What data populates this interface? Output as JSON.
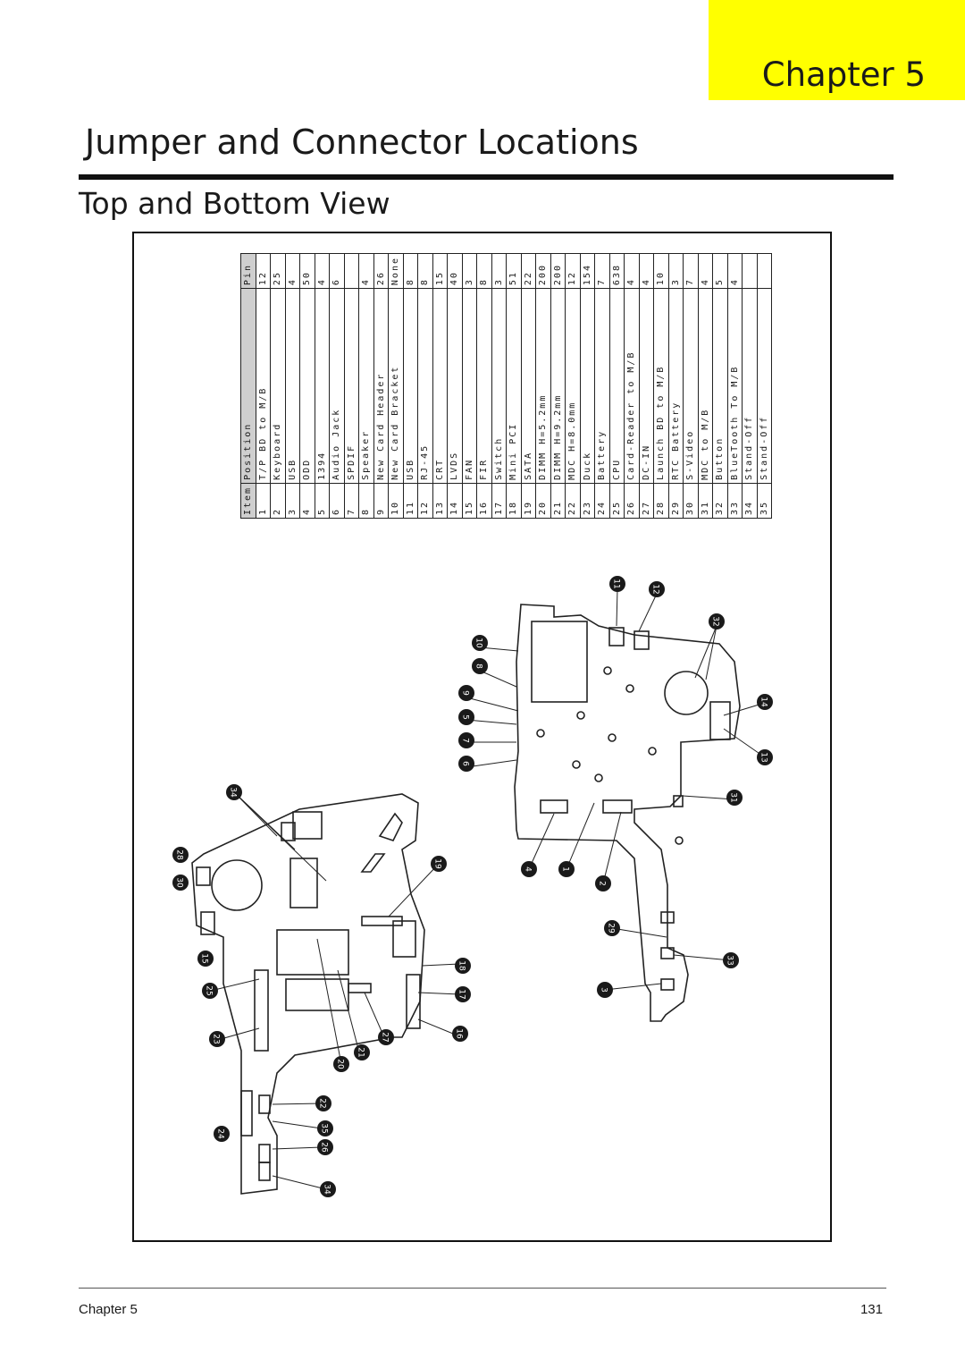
{
  "chapter_tab": "Chapter 5",
  "page_title": "Jumper and Connector Locations",
  "section_title": "Top and Bottom View",
  "table": {
    "headers": [
      "Item",
      "Position",
      "Pin"
    ],
    "rows": [
      [
        "1",
        "T/P BD to M/B",
        "12"
      ],
      [
        "2",
        "Keyboard",
        "25"
      ],
      [
        "3",
        "USB",
        "4"
      ],
      [
        "4",
        "ODD",
        "50"
      ],
      [
        "5",
        "1394",
        "4"
      ],
      [
        "6",
        "Audio Jack",
        "6"
      ],
      [
        "7",
        "SPDIF",
        ""
      ],
      [
        "8",
        "Speaker",
        "4"
      ],
      [
        "9",
        "New Card Header",
        "26"
      ],
      [
        "10",
        "New Card Bracket",
        "None"
      ],
      [
        "11",
        "USB",
        "8"
      ],
      [
        "12",
        "RJ-45",
        "8"
      ],
      [
        "13",
        "CRT",
        "15"
      ],
      [
        "14",
        "LVDS",
        "40"
      ],
      [
        "15",
        "FAN",
        "3"
      ],
      [
        "16",
        "FIR",
        "8"
      ],
      [
        "17",
        "Switch",
        "3"
      ],
      [
        "18",
        "Mini PCI",
        "51"
      ],
      [
        "19",
        "SATA",
        "22"
      ],
      [
        "20",
        "DIMM H=5.2mm",
        "200"
      ],
      [
        "21",
        "DIMM H=9.2mm",
        "200"
      ],
      [
        "22",
        "MDC H=8.0mm",
        "12"
      ],
      [
        "23",
        "Duck",
        "154"
      ],
      [
        "24",
        "Battery",
        "7"
      ],
      [
        "25",
        "CPU",
        "638"
      ],
      [
        "26",
        "Card-Reader to M/B",
        "4"
      ],
      [
        "27",
        "DC-IN",
        "4"
      ],
      [
        "28",
        "Launch BD to M/B",
        "10"
      ],
      [
        "29",
        "RTC Battery",
        "3"
      ],
      [
        "30",
        "S-Video",
        "7"
      ],
      [
        "31",
        "MDC to M/B",
        "4"
      ],
      [
        "32",
        "Button",
        "5"
      ],
      [
        "33",
        "BlueTooth To M/B",
        "4"
      ],
      [
        "34",
        "Stand-Off",
        ""
      ],
      [
        "35",
        "Stand-Off",
        ""
      ]
    ]
  },
  "callouts_right": [
    "11",
    "12",
    "32",
    "10",
    "8",
    "9",
    "5",
    "7",
    "6",
    "14",
    "13",
    "31",
    "4",
    "1",
    "2",
    "29",
    "33",
    "3"
  ],
  "callouts_left": [
    "34",
    "28",
    "30",
    "15",
    "25",
    "23",
    "19",
    "18",
    "17",
    "16",
    "27",
    "21",
    "20",
    "22",
    "35",
    "26",
    "24",
    "34"
  ],
  "footer": {
    "left": "Chapter 5",
    "right": "131"
  }
}
